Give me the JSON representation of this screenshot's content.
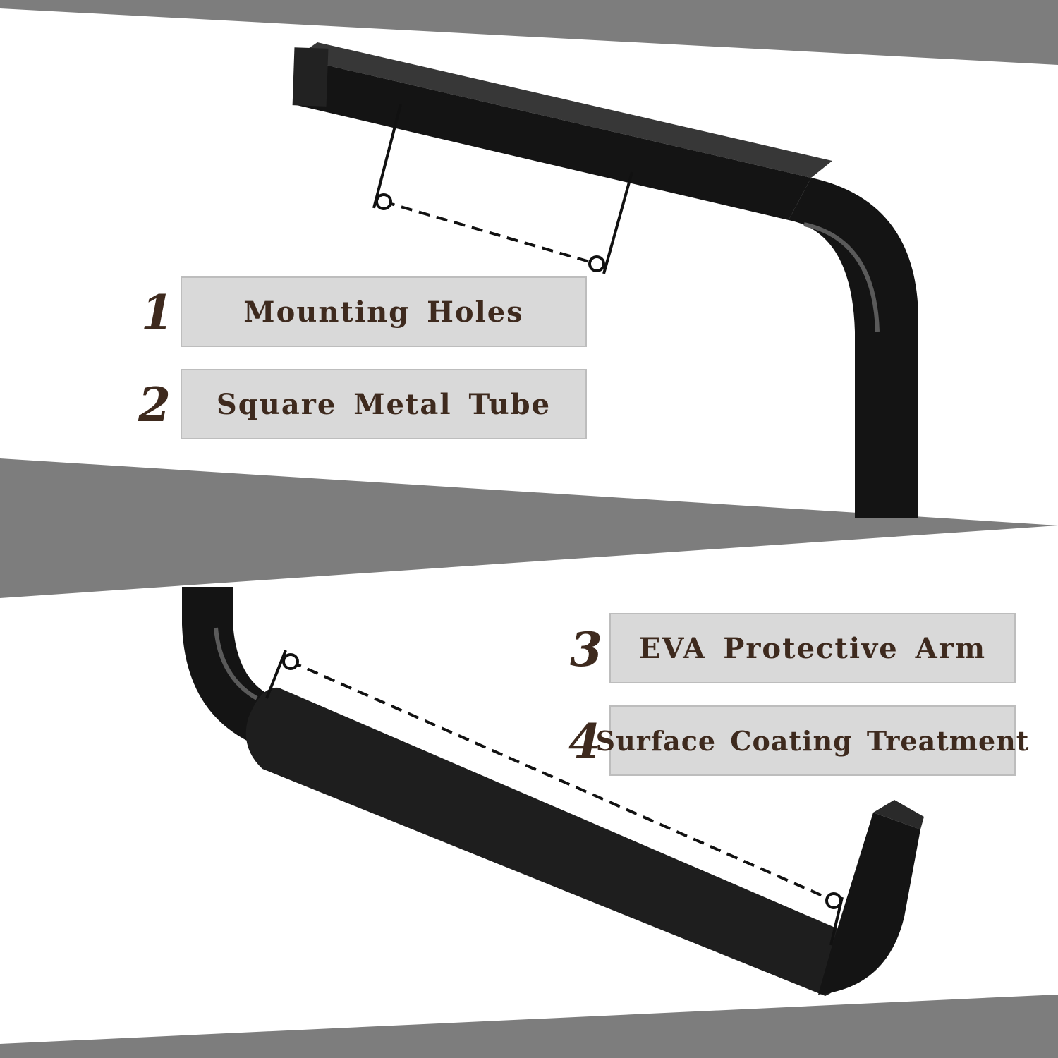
{
  "colors": {
    "band": "#7d7d7d",
    "label_box": "#d9d9d9",
    "label_text": "#3e2a1e",
    "number_text": "#3e2a1e",
    "tube": "#141414",
    "foam": "#1e1e1e"
  },
  "features": [
    {
      "number": "1",
      "label": "Mounting Holes"
    },
    {
      "number": "2",
      "label": "Square Metal Tube"
    },
    {
      "number": "3",
      "label": "EVA Protective Arm"
    },
    {
      "number": "4",
      "label": "Surface Coating Treatment"
    }
  ]
}
